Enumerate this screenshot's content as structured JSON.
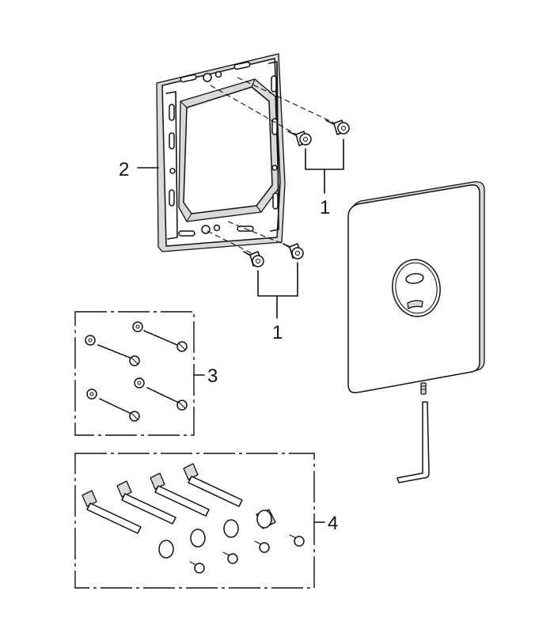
{
  "callouts": {
    "screws_top": "1",
    "screws_bottom": "1",
    "frame": "2",
    "screw_set": "3",
    "extension_set": "4"
  }
}
